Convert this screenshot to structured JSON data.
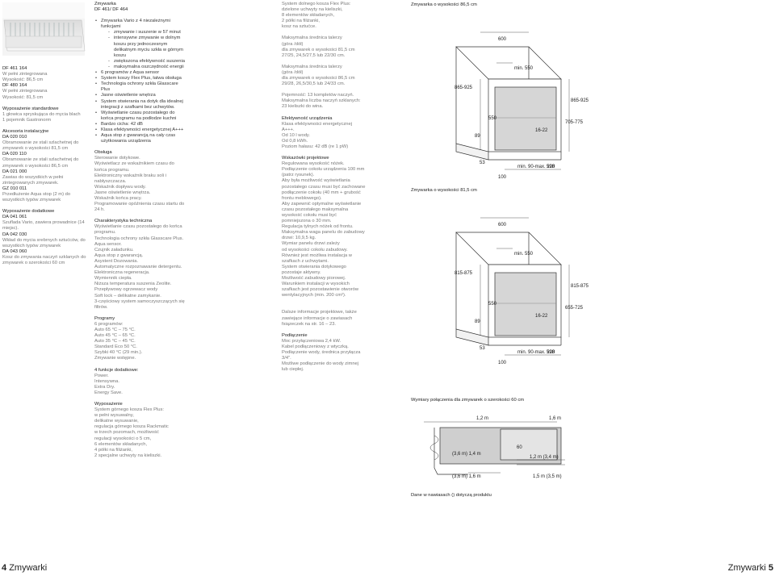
{
  "col1": {
    "models": [
      "DF 461 164",
      "W pełni zintegrowana",
      "Wysokość: 86,5 cm",
      "DF 480 164",
      "W pełni zintegrowana",
      "Wysokość: 81,5 cm"
    ],
    "std_title": "Wyposażenie standardowe",
    "std_items": [
      "1 głowica spryskująca do mycia blach",
      "1 pojemnik Gastronorm"
    ],
    "inst_title": "Akcesoria instalacyjne",
    "inst_items": [
      {
        "code": "DA 020 010",
        "desc": "Obramowanie ze stali szlachetnej do zmywarek o wysokości 81,5 cm"
      },
      {
        "code": "DA 020 110",
        "desc": "Obramowanie ze stali szlachetnej do zmywarek o wysokości 86,5 cm"
      },
      {
        "code": "DA 021 000",
        "desc": "Zawias do wszystkich w pełni zintegrowanych zmywarek."
      },
      {
        "code": "GZ 010 011",
        "desc": "Przedłużenie Aqua stop (2 m) do wszystkich typów zmywarek"
      }
    ],
    "add_title": "Wyposażenie dodatkowe",
    "add_items": [
      {
        "code": "DA 041 061",
        "desc": "Szuflada Vario, zawiera prowadnice (14 miejsc)."
      },
      {
        "code": "DA 042 030",
        "desc": "Wkład do mycia srebrnych sztućców, do wszystkich typów zmywarek"
      },
      {
        "code": "DA 043 060",
        "desc": "Kosz do zmywania naczyń szklanych do zmywarek o szerokości 60 cm"
      }
    ]
  },
  "col2": {
    "title": "Zmywarka",
    "subtitle": "DF 461/ DF 464",
    "bullets": [
      {
        "t": "Zmywarka Vario z 4 niezależnymi funkcjami",
        "sub": [
          "zmywanie i suszenie w 57 minut",
          "intensywne zmywanie w dolnym koszu przy jednoczesnym delikatnym myciu szkła w górnym koszu",
          "zwiększona efektywność suszenia",
          "maksymalna oszczędność energii"
        ]
      },
      {
        "t": "6 programów z Aqua sensor"
      },
      {
        "t": "System koszy Flex Plus, łatwa obsługa"
      },
      {
        "t": "Technologia ochrony szkła Glasscare Plus"
      },
      {
        "t": "Jasne oświetlenie wnętrza"
      },
      {
        "t": "System otwierania na dotyk dla idealnej integracji z szafkami bez uchwytów."
      },
      {
        "t": "Wyświetlanie czasu pozostałego do końca programu na podłodze kuchni"
      },
      {
        "t": "Bardzo cicha: 42 dB"
      },
      {
        "t": "Klasa efektywności energetycznej A+++"
      },
      {
        "t": "Aqua stop z gwarancją na cały czas użytkowania urządzenia"
      }
    ],
    "obs_title": "Obsługa",
    "obs_items": [
      "Sterowanie dotykowe.",
      "Wyświetlacz ze wskaźnikiem czasu do końca programu.",
      "Elektroniczny wskaźnik braku soli i nabłyszczacza.",
      "Wskaźnik dopływu wody.",
      "Jasne oświetlenie wnętrza.",
      "Wskaźnik końca pracy.",
      "Programowanie opóźnienia czasu startu do 24 h."
    ],
    "tech_title": "Charakterystyka techniczna",
    "tech_items": [
      "Wyświetlanie czasu pozostałego do końca programu.",
      "Technologia ochrony szkła Glasscare Plus.",
      "Aqua sensor.",
      "Czujnik załadunku.",
      "Aqua stop z gwarancją.",
      "Asystent Dozowania.",
      "Automatyczne rozpoznawanie detergentu.",
      "Elektroniczna regeneracja.",
      "Wymiennik ciepła.",
      "Niższa temperatura suszenia Zeolite.",
      "Przepływowy ogrzewacz wody",
      "Soft lock – delikatne zamykanie.",
      "3-częściowy system samoczyszczących się filtrów."
    ],
    "prog_title": "Programy",
    "prog_items": [
      "6 programów:",
      "Auto 65 °C – 75 °C.",
      "Auto 45 °C – 65 °C.",
      "Auto 35 °C – 45 °C.",
      "Standard Eco 50 °C.",
      "Szybki 40 °C (29 min.).",
      "Zmywanie wstępne."
    ],
    "fn_title": "4 funkcje dodatkowe:",
    "fn_items": [
      "Power.",
      "Intensywna.",
      "Extra Dry.",
      "Energy Save."
    ],
    "eq_title": "Wyposażenie",
    "eq_items": [
      "System górnego kosza Flex Plus:",
      "w pełni wysuwalny,",
      "delikatne wysuwanie,",
      "regulacja górnego kosza Rackmatic",
      "w trzech pozomach, możliwość",
      "regulacji wysokości o 5 cm,",
      "6 elementów składanych,",
      "4 półki na filiżanki,",
      "2 specjalne uchwyty na kieliszki."
    ]
  },
  "col3": {
    "top_items": [
      "System dolnego kosza Flex Plus:",
      "dzielone uchwyty na kieliszki,",
      "8 elementów składanych,",
      "2 półki na filiżanki,",
      "kosz na sztućce."
    ],
    "p1": [
      "Maksymalna średnica talerzy",
      "(góra /dół)",
      "dla zmywarek o wysokości 81,5 cm",
      "27/25, 24,5/27,5 lub 22/30 cm."
    ],
    "p2": [
      "Maksymalna średnica talerzy",
      "(góra /dół)",
      "dla zmywarek o wysokości 86,5 cm",
      "29/28, 26,5/30,5 lub 24/33 cm."
    ],
    "p3": [
      "Pojemność: 13 kompletów naczyń.",
      "Maksymalna liczba naczyń szklanych:",
      "23 kieliszki do wina."
    ],
    "eff_title": "Efektywność urządzenia",
    "eff_items": [
      "Klasa efektywności energetycznej",
      "A+++.",
      "Od 10 l wody.",
      "Od 0,8 kWh.",
      "Poziom hałasu: 42 dB (re 1 pW)"
    ],
    "proj_title": "Wskazówki projektowe",
    "proj_items": [
      "Regulowana wysokość nóżek.",
      "Podłączenie cokołu urządzenia 100 mm",
      "(patrz rysunek).",
      "Aby była możliwość wyświetlania",
      "pozostałego czasu musi być zachowane",
      "podłączenie cokołu (40 mm + grubość",
      "frontu meblowego).",
      "Aby zapewnić optymalne wyświetlanie",
      "czasu pozostałego maksymalna",
      "wysokość cokołu musi być",
      "pomniejszona o 30 mm.",
      "Regulacja tylnych nóżek od frontu.",
      "Maksymalna waga panelu do zabudowy",
      "drzwi: 10,9,5 kg.",
      "Wymiar panelu drzwi zależy",
      "od wysokości cokołu zabudowy.",
      "Również jest możliwa instalacja w",
      "szafkach z uchwytami.",
      "System otwierania dotykowego",
      "pozostaje aktywny.",
      "Możliwość zabudowy piorowej.",
      "Warunkiem instalacji w wysokich",
      "szafkach jest pozostawienie otworów",
      "wentylacyjnych (min. 200 cm²)."
    ],
    "inst_note": [
      "Dalsze informacje projektowe, także",
      "zawiejące informacje o zawiasach",
      "fsiązeczek na str. 16 – 23."
    ],
    "conn_title": "Podłączenie",
    "conn_items": [
      "Moc przyłączeniowa 2,4 kW.",
      "Kabel podłączeniowy z wtyczką.",
      "Podłączenie wody, średnica przyłącza",
      "3/4\".",
      "Możliwe podłączenie do wody zimnej",
      "lub ciepłej."
    ]
  },
  "diagrams": {
    "cap1": "Zmywarka o wysokości 86,5 cm",
    "cap2": "Zmywarka o wysokości 81,5 cm",
    "cap3": "Wymiary połączenia dla zmywarek o szerokości 60 cm",
    "cap4": "Dane w nawiasach () dotyczą produktu",
    "d1": {
      "w": "600",
      "minw": "min. 550",
      "h": "865-925",
      "h2": "865-925",
      "d": "705-775",
      "a": "550",
      "b": "16-22",
      "c": "89",
      "e": "53",
      "f": "100",
      "g": "min. 90-max. 220",
      "k": "598"
    },
    "d2": {
      "w": "600",
      "minw": "min. 550",
      "h": "815-875",
      "h2": "815-875",
      "d": "655-725",
      "a": "550",
      "b": "16-22",
      "c": "89",
      "e": "53",
      "f": "100",
      "g": "min. 90-max. 220",
      "k": "598"
    },
    "d3": {
      "a": "1,2 m",
      "b": "1,6 m",
      "c": "(3,6 m) 1,4 m",
      "d": "60",
      "e": "1,2 m (3,4 m)",
      "f": "(3,6 m) 1,6 m",
      "g": "1,5 m (3,5 m)"
    }
  },
  "footer": {
    "left_num": "4",
    "left_text": "Zmywarki",
    "right_text": "Zmywarki",
    "right_num": "5"
  }
}
